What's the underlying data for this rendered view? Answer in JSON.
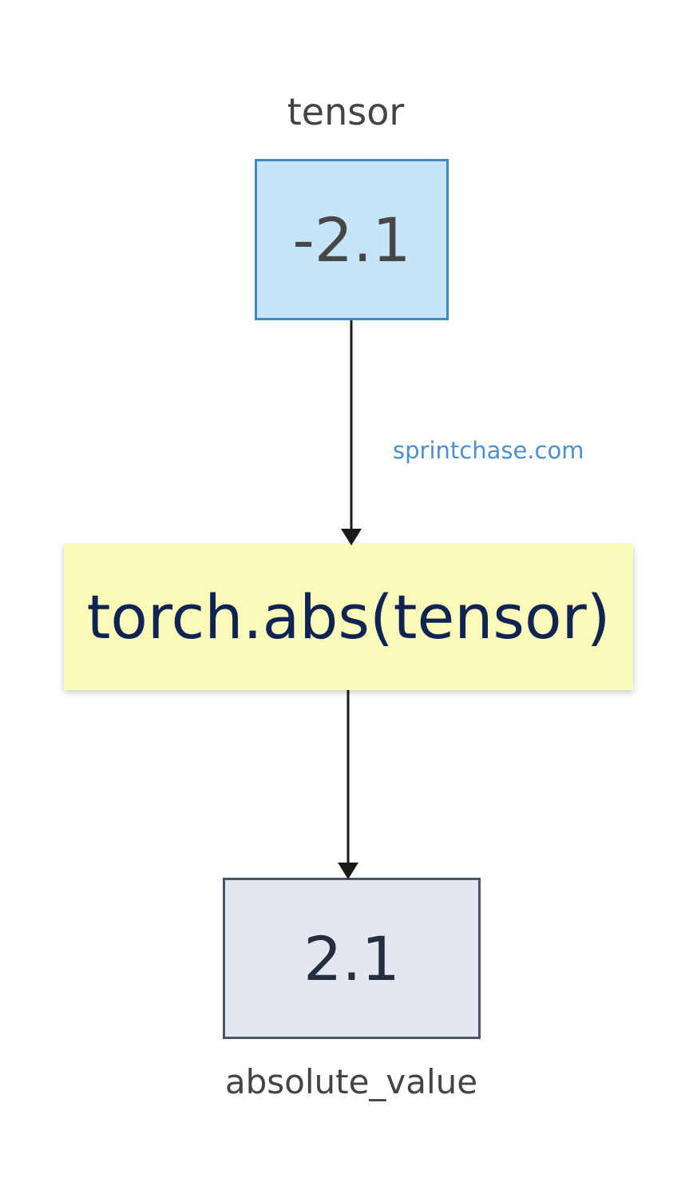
{
  "diagram": {
    "input_label": "tensor",
    "input_value": "-2.1",
    "function_text": "torch.abs(tensor)",
    "output_value": "2.1",
    "output_label": "absolute_value",
    "watermark": "sprintchase.com"
  },
  "colors": {
    "input_fill": "#c5e4f8",
    "input_border": "#3f87c5",
    "function_fill": "#fcfab8",
    "function_text": "#0f2454",
    "output_fill": "#e3e7f1",
    "output_border": "#4b5568",
    "watermark": "#4d8fcf",
    "arrow": "#1a1a1a"
  }
}
